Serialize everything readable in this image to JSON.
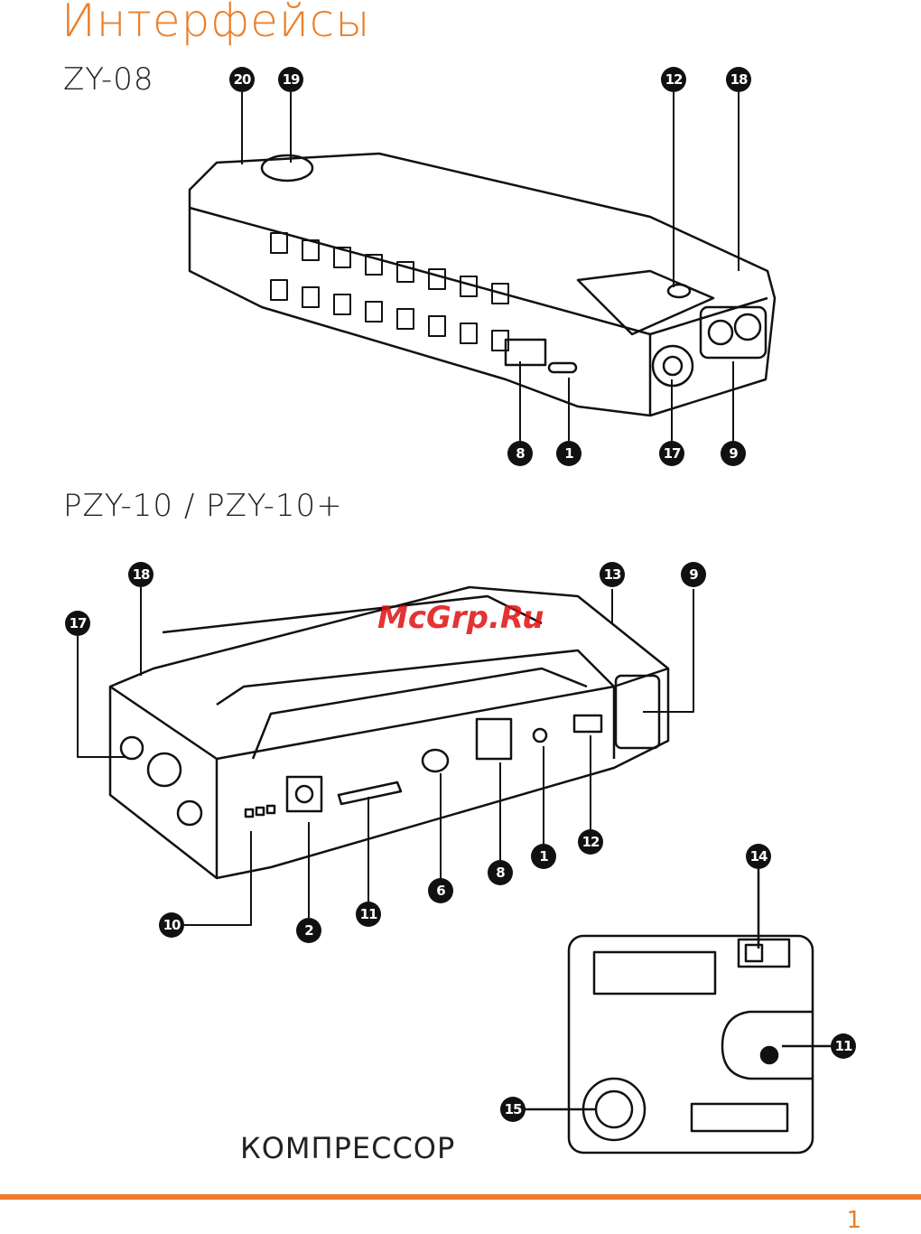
{
  "title": "Интерфейсы",
  "models": {
    "zy08": "ZY-08",
    "pzy10": "PZY-10 / PZY-10+"
  },
  "compressor_label": "КОМПРЕССОР",
  "watermark": "McGrp.Ru",
  "page_number": "1",
  "callouts": {
    "zy08": [
      "20",
      "19",
      "12",
      "18",
      "8",
      "1",
      "17",
      "9"
    ],
    "pzy10": [
      "18",
      "17",
      "13",
      "9",
      "10",
      "2",
      "11",
      "6",
      "8",
      "1",
      "12"
    ],
    "compressor": [
      "14",
      "11",
      "15"
    ]
  },
  "colors": {
    "accent": "#ef7d2c",
    "watermark": "#e01010"
  }
}
